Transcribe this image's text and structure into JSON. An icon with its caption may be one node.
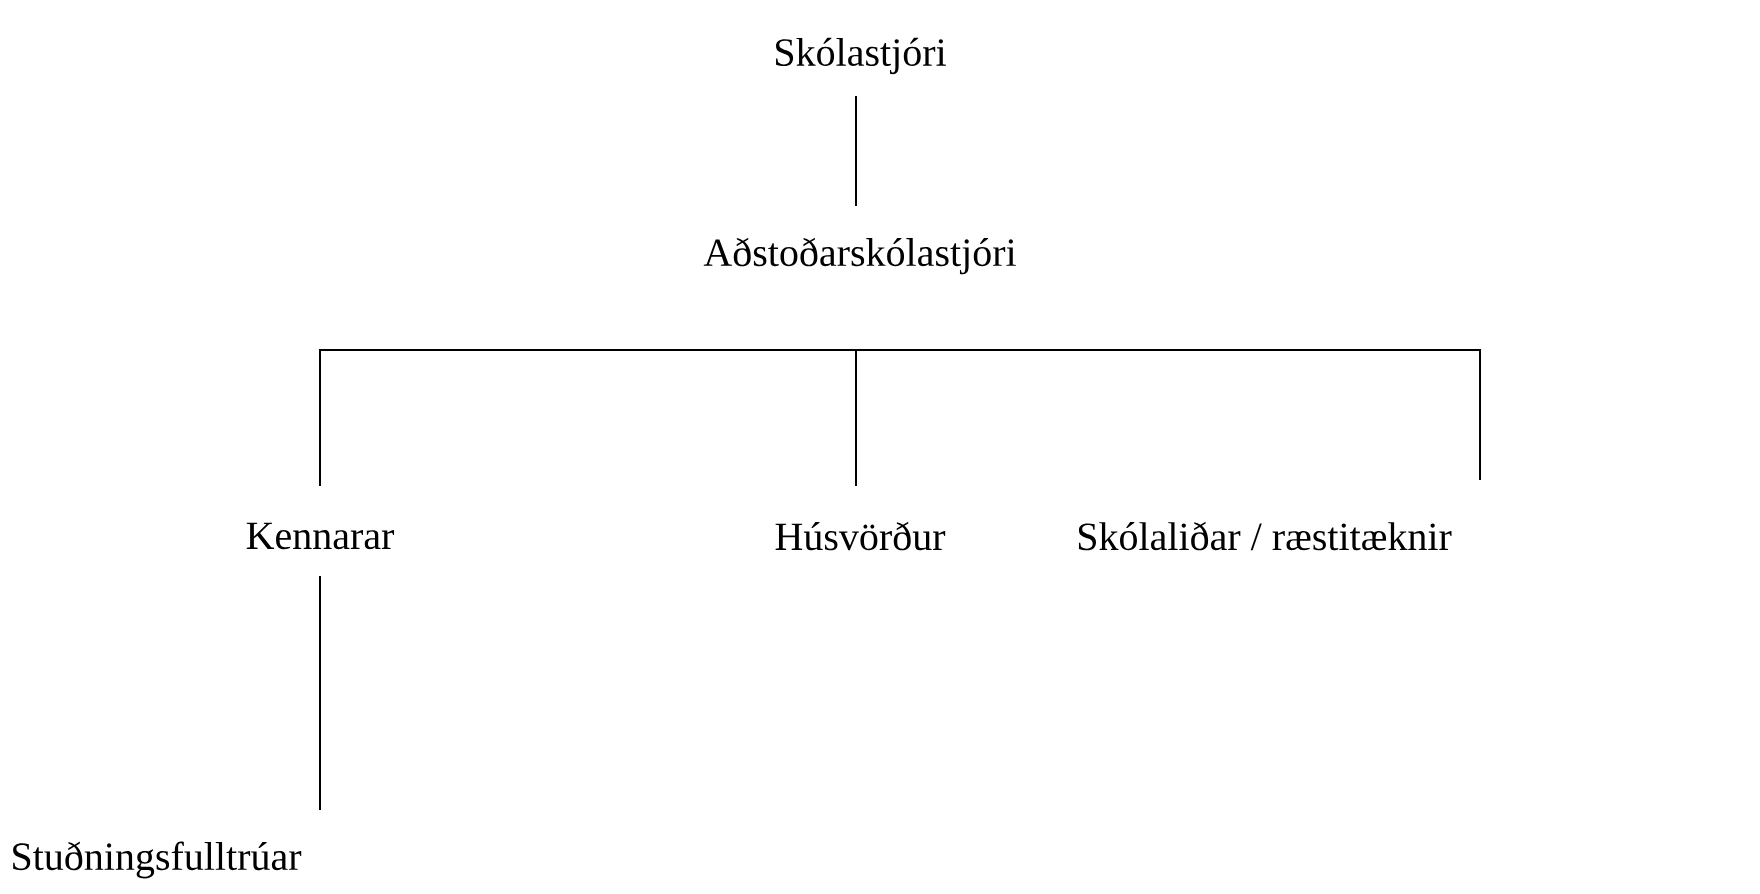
{
  "diagram": {
    "nodes": [
      {
        "text": [
          "Skólastjóri"
        ]
      },
      {
        "text": [
          "Aðstoðarskólastjóri"
        ]
      },
      {
        "text": [
          "Kennarar"
        ]
      },
      {
        "text": [
          "Húsvörður"
        ]
      },
      {
        "text": [
          "Skólaliðar / ræstitæknir"
        ]
      },
      {
        "text": [
          "Stuðningsfulltrúar"
        ]
      }
    ],
    "edges": [
      {
        "from": 0,
        "to": 1,
        "arrow": "none"
      },
      {
        "from": 1,
        "to": 2,
        "arrow": "none"
      },
      {
        "from": 1,
        "to": 3,
        "arrow": "none"
      },
      {
        "from": 1,
        "to": 4,
        "arrow": "none"
      },
      {
        "from": 2,
        "to": 5,
        "arrow": "none"
      }
    ]
  }
}
